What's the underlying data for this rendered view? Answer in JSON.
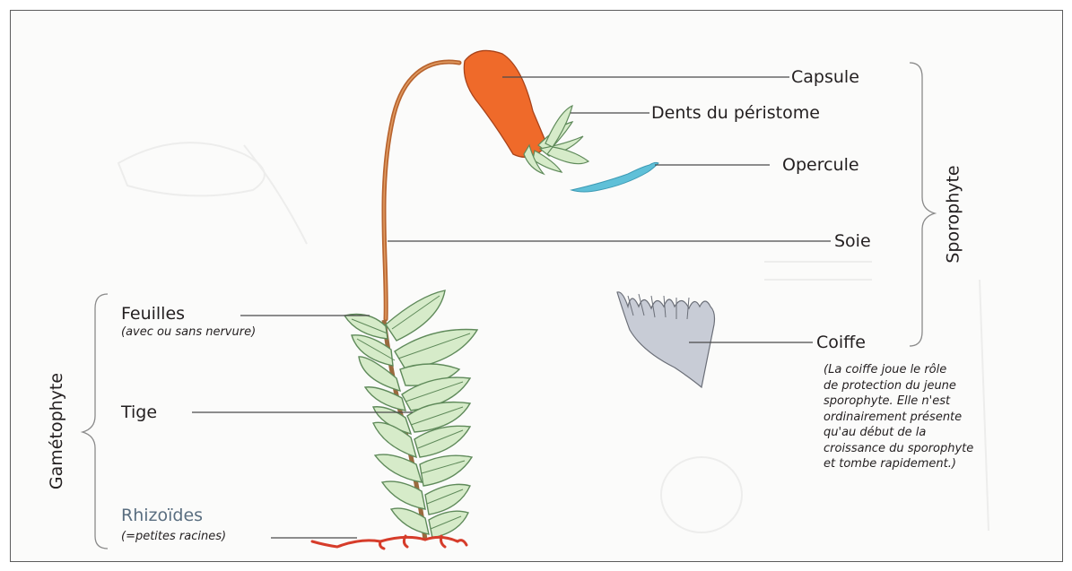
{
  "labels": {
    "capsule": "Capsule",
    "dents": "Dents du péristome",
    "opercule": "Opercule",
    "soie": "Soie",
    "coiffe": "Coiffe",
    "feuilles": "Feuilles",
    "feuilles_note": "(avec ou sans nervure)",
    "tige": "Tige",
    "rhizoides": "Rhizoïdes",
    "rhizoides_note": "(=petites racines)"
  },
  "brackets": {
    "sporophyte": "Sporophyte",
    "gametophyte": "Gamétophyte"
  },
  "coiffe_note": [
    "(La coiffe joue le rôle",
    "de protection du jeune",
    "sporophyte. Elle n'est",
    "ordinairement présente",
    "qu'au début de la",
    "croissance du sporophyte",
    "et tombe rapidement.)"
  ],
  "colors": {
    "capsule": "#ef6a2a",
    "seta": "#c9692e",
    "leaf_fill": "#d6ebc9",
    "leaf_stroke": "#5f8a5a",
    "operculum": "#5fc0d8",
    "calyptra": "#c8ccd6",
    "rhizoid": "#d63c2a",
    "leader": "#4a4a4a"
  }
}
